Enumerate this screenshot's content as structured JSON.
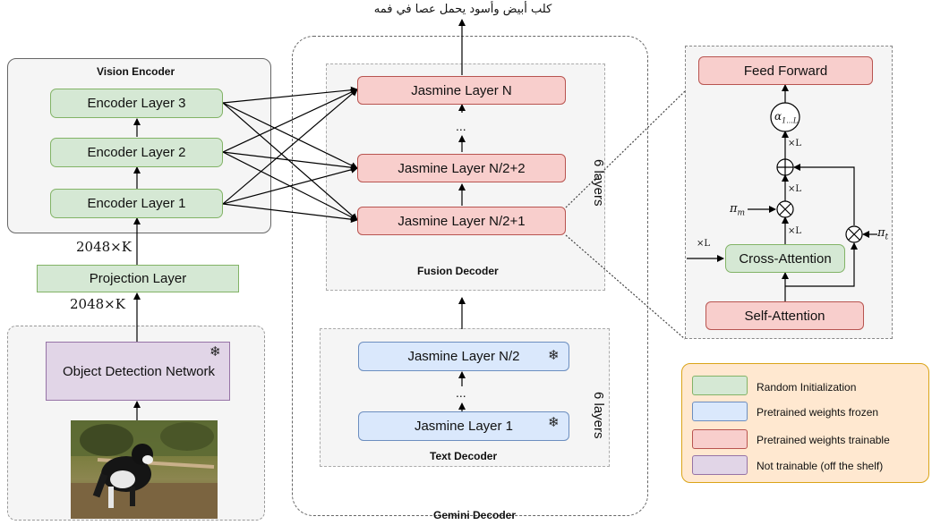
{
  "output_text": "كلب أبيض وأسود يحمل عصا في فمه",
  "vision_encoder": {
    "title": "Vision Encoder",
    "layers": [
      "Encoder Layer 3",
      "Encoder Layer 2",
      "Encoder Layer 1"
    ]
  },
  "projection_layer": "Projection Layer",
  "dim_label_top": "2048×K",
  "dim_label_bottom": "2048×K",
  "object_detection": "Object Detection Network",
  "image_alt": "dog-photo",
  "gemini_decoder": {
    "title": "Gemini Decoder",
    "fusion_decoder": {
      "title": "Fusion Decoder",
      "layers": [
        "Jasmine  Layer N",
        "Jasmine  Layer N/2+2",
        "Jasmine Layer N/2+1"
      ],
      "ellipsis": "...",
      "layer_count": "6 layers"
    },
    "text_decoder": {
      "title": "Text Decoder",
      "layers": [
        "Jasmine Layer N/2",
        "Jasmine Layer 1"
      ],
      "ellipsis": "...",
      "layer_count": "6 layers"
    }
  },
  "detail": {
    "feed_forward": "Feed Forward",
    "alpha": "α",
    "alpha_sub": "1...L",
    "xL_1": "×L",
    "xL_2": "×L",
    "xL_3": "×L",
    "xL_4": "×L",
    "pi_m": "π",
    "pi_m_sub": "m",
    "pi_t": "π",
    "pi_t_sub": "t",
    "cross_attention": "Cross-Attention",
    "self_attention": "Self-Attention"
  },
  "legend": [
    {
      "label": "Random Initialization",
      "color": "#d5e8d4",
      "border": "#82b366"
    },
    {
      "label": "Pretrained weights frozen",
      "color": "#dae8fc",
      "border": "#6c8ebf"
    },
    {
      "label": "Pretrained weights trainable",
      "color": "#f8cecc",
      "border": "#b85450"
    },
    {
      "label": "Not trainable (off the shelf)",
      "color": "#e1d5e7",
      "border": "#9673a6"
    }
  ]
}
